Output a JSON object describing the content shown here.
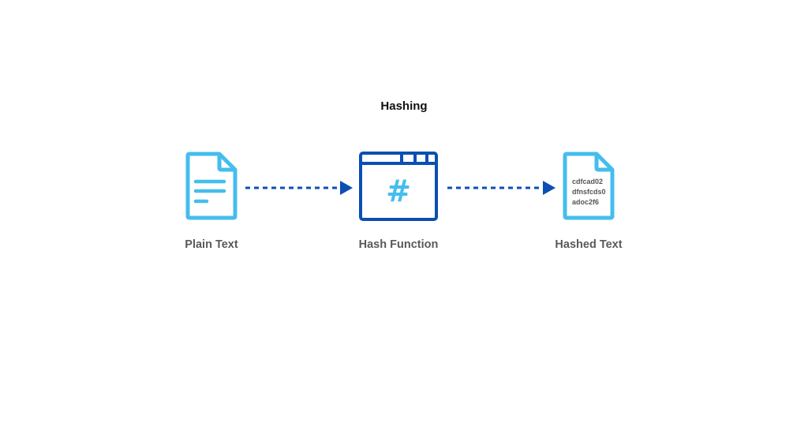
{
  "title": "Hashing",
  "nodes": {
    "plain_text": {
      "label": "Plain Text",
      "icon": "document-icon"
    },
    "hash_function": {
      "label": "Hash Function",
      "icon": "browser-window-hash-icon",
      "symbol": "#"
    },
    "hashed_text": {
      "label": "Hashed Text",
      "icon": "hashed-document-icon",
      "lines": [
        "cdfcad02",
        "dfnsfcds0",
        "adoc2f6"
      ]
    }
  },
  "colors": {
    "light_blue": "#45bdee",
    "dark_blue": "#0b4fb3",
    "label_gray": "#5a5a5a",
    "title_black": "#111111"
  }
}
